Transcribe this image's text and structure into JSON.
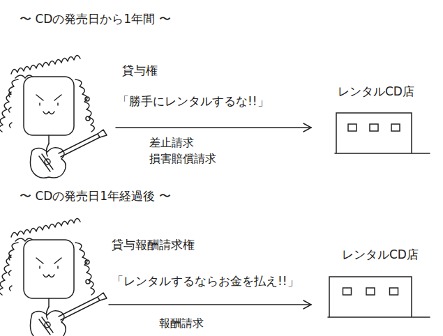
{
  "diagram": {
    "nodes": [
      {
        "text": [
          "貸与権",
          "「勝手にレンタルするな!!」"
        ]
      },
      {
        "text": [
          "レンタルCD店"
        ]
      },
      {
        "text": [
          "貸与報酬請求権",
          "「レンタルするならお金を払え!!」"
        ]
      },
      {
        "text": [
          "レンタルCD店"
        ]
      }
    ],
    "edges": [
      {
        "from": 0,
        "to": 1,
        "arrow": "to",
        "label": "差止請求 損害賠償請求"
      },
      {
        "from": 2,
        "to": 3,
        "arrow": "to",
        "label": "報酬請求"
      }
    ],
    "labels": [
      "〜 CDの発売日から1年間 〜",
      "〜 CDの発売日1年経過後 〜"
    ]
  }
}
